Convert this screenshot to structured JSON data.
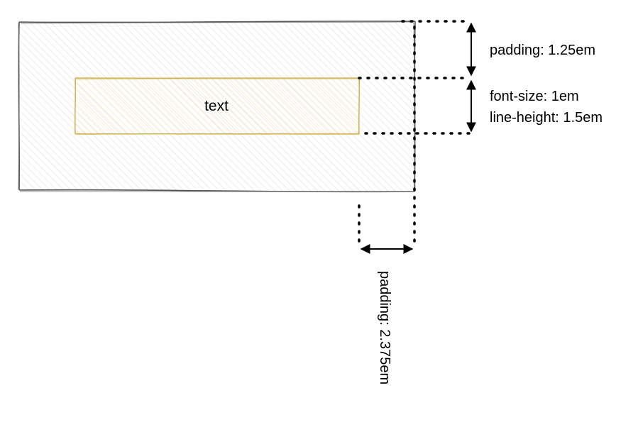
{
  "diagram": {
    "inner_text": "text",
    "padding_vertical_label": "padding: 1.25em",
    "font_size_label": "font-size: 1em",
    "line_height_label": "line-height: 1.5em",
    "padding_horizontal_label": "padding: 2.375em"
  },
  "colors": {
    "outer_stroke": "#555555",
    "outer_hatch": "#d8d8d8",
    "inner_stroke": "#d6b656",
    "inner_hatch": "#f3e3a8"
  }
}
